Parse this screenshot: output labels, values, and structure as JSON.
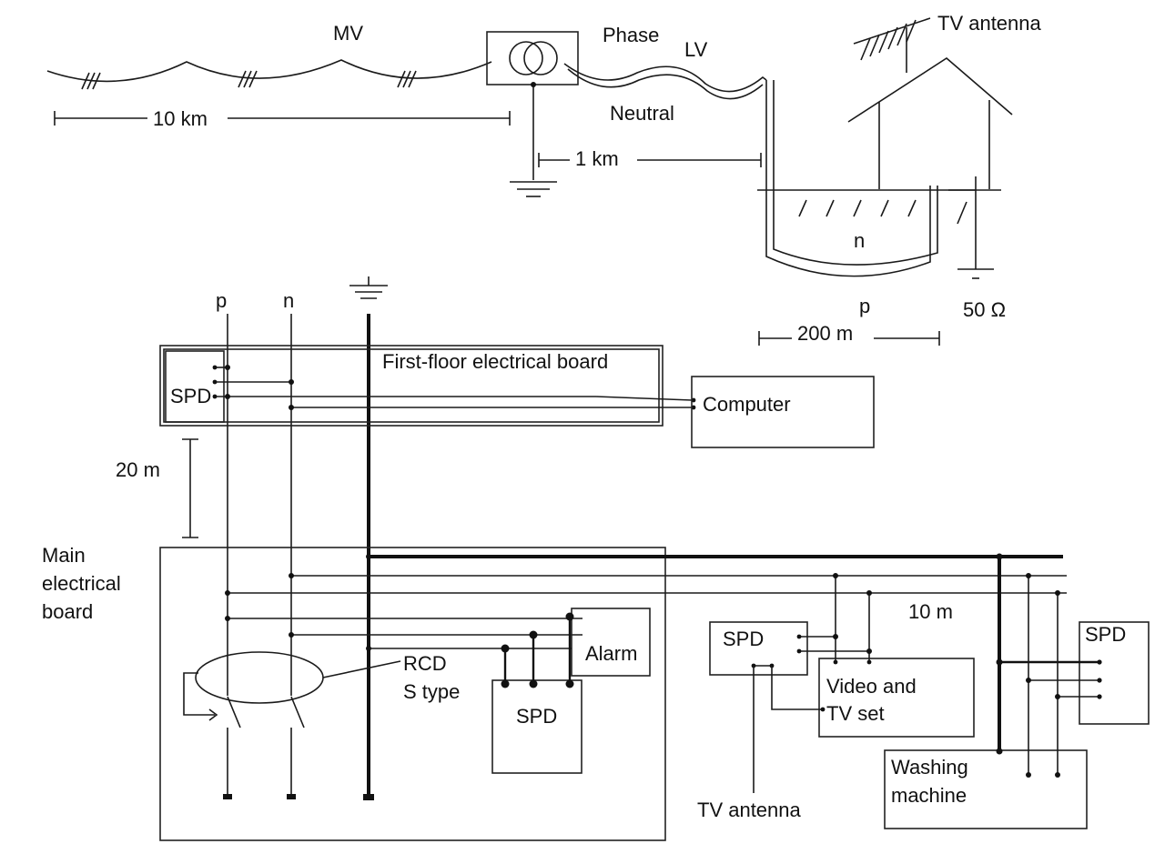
{
  "labels": {
    "mv": "MV",
    "phase": "Phase",
    "lv": "LV",
    "tv_antenna_top": "TV antenna",
    "dist_10km": "10 km",
    "neutral": "Neutral",
    "dist_1km": "1 km",
    "n_underground": "n",
    "p_underground": "p",
    "dist_200m": "200 m",
    "resistance": "50 Ω",
    "p_top": "p",
    "n_top": "n",
    "first_floor_board": "First-floor electrical board",
    "spd_first_floor": "SPD",
    "computer": "Computer",
    "dist_20m": "20 m",
    "main_board_line1": "Main",
    "main_board_line2": "electrical",
    "main_board_line3": "board",
    "rcd_line1": "RCD",
    "rcd_line2": "S type",
    "alarm": "Alarm",
    "spd_main": "SPD",
    "spd_tv": "SPD",
    "dist_10m": "10 m",
    "spd_washer": "SPD",
    "video_tv_line1": "Video and",
    "video_tv_line2": "TV set",
    "tv_antenna_bottom": "TV antenna",
    "washing_line1": "Washing",
    "washing_line2": "machine"
  },
  "colors": {
    "line": "#1a1a1a",
    "background": "#ffffff"
  }
}
